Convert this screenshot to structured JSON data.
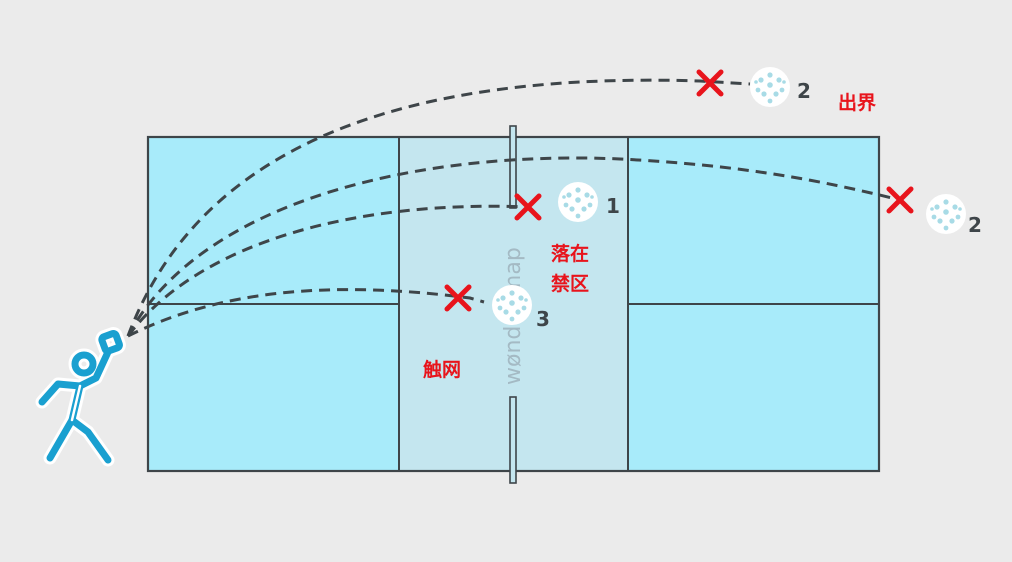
{
  "diagram": {
    "title": "Pickleball serve faults",
    "colors": {
      "background": "#ebebeb",
      "court": "#a8ebfa",
      "kitchen": "#c4e6ef",
      "line": "#3e4549",
      "fault_mark": "#e8141c",
      "player": "#1aa0d0",
      "ball": "#ffffff",
      "ball_dots": "#a8dbe6"
    },
    "labels": {
      "out_of_bounds": "出界",
      "in_kitchen": "落在\n禁区",
      "in_kitchen_line1": "落在",
      "in_kitchen_line2": "禁区",
      "net_touch": "触网"
    },
    "balls": [
      {
        "id": "ball-out-high",
        "number": "2",
        "fault": "出界"
      },
      {
        "id": "ball-kitchen",
        "number": "1",
        "fault": "落在禁区"
      },
      {
        "id": "ball-out-long",
        "number": "2",
        "fault": "出界"
      },
      {
        "id": "ball-net",
        "number": "3",
        "fault": "触网"
      }
    ],
    "watermark": "wønder map",
    "icons": {
      "player": "player-serving-icon",
      "fault": "red-x-icon",
      "ball": "pickleball-icon"
    }
  }
}
